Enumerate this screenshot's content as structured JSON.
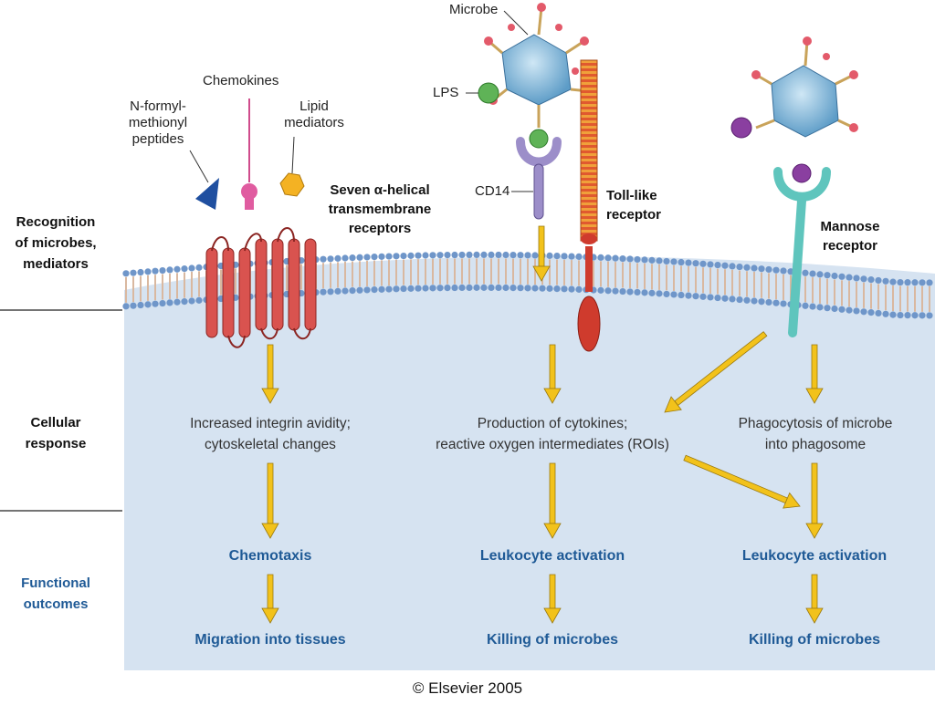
{
  "sidebar": {
    "recognition": "Recognition of microbes, mediators",
    "recognition_l1": "Recognition",
    "recognition_l2": "of microbes,",
    "recognition_l3": "mediators",
    "cellular_l1": "Cellular",
    "cellular_l2": "response",
    "functional_l1": "Functional",
    "functional_l2": "outcomes"
  },
  "ligands": {
    "peptides_l1": "N-formyl-",
    "peptides_l2": "methionyl",
    "peptides_l3": "peptides",
    "chemokines": "Chemokines",
    "lipid_l1": "Lipid",
    "lipid_l2": "mediators",
    "microbe": "Microbe",
    "lps": "LPS",
    "cd14": "CD14"
  },
  "receptors": {
    "seven_l1": "Seven α-helical",
    "seven_l2": "transmembrane",
    "seven_l3": "receptors",
    "tlr_l1": "Toll-like",
    "tlr_l2": "receptor",
    "mannose_l1": "Mannose",
    "mannose_l2": "receptor"
  },
  "responses": {
    "col1_l1": "Increased integrin avidity;",
    "col1_l2": "cytoskeletal changes",
    "col2_l1": "Production of cytokines;",
    "col2_l2": "reactive oxygen intermediates (ROIs)",
    "col3_l1": "Phagocytosis of microbe",
    "col3_l2": "into phagosome"
  },
  "outcomes": {
    "col1_a": "Chemotaxis",
    "col1_b": "Migration into tissues",
    "col2_a": "Leukocyte activation",
    "col2_b": "Killing of microbes",
    "col3_a": "Leukocyte activation",
    "col3_b": "Killing of microbes"
  },
  "footer": {
    "copyright": "© Elsevier 2005"
  },
  "colors": {
    "cytoplasm": "#d6e3f1",
    "membrane_head": "#6f96c9",
    "receptor_red": "#d9534f",
    "arrow": "#f2c21b",
    "outcome_blue": "#1f5a96",
    "tlr_stripe": "#f0a03a",
    "mannose": "#5fc5bd",
    "cd14": "#9c8ec9"
  }
}
